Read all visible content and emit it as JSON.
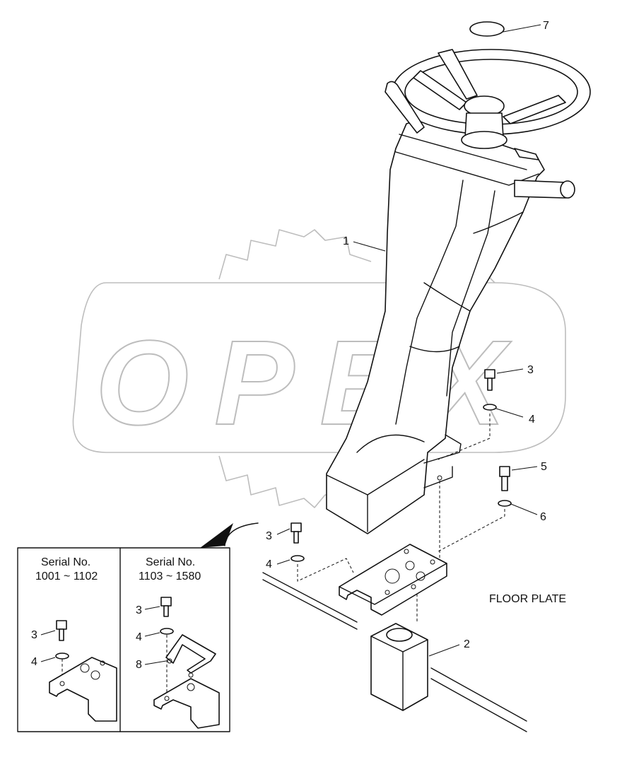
{
  "watermark": {
    "text": "OPEX"
  },
  "callouts": {
    "c1": "1",
    "c2": "2",
    "c3a": "3",
    "c4a": "4",
    "c5": "5",
    "c6": "6",
    "c7": "7",
    "c3b": "3",
    "c4b": "4"
  },
  "floor_plate_label": "FLOOR PLATE",
  "inset": {
    "left": {
      "title_line1": "Serial No.",
      "title_line2": "1001 ~ 1102",
      "c3": "3",
      "c4": "4"
    },
    "right": {
      "title_line1": "Serial No.",
      "title_line2": "1103 ~ 1580",
      "c3": "3",
      "c4": "4",
      "c8": "8"
    }
  }
}
